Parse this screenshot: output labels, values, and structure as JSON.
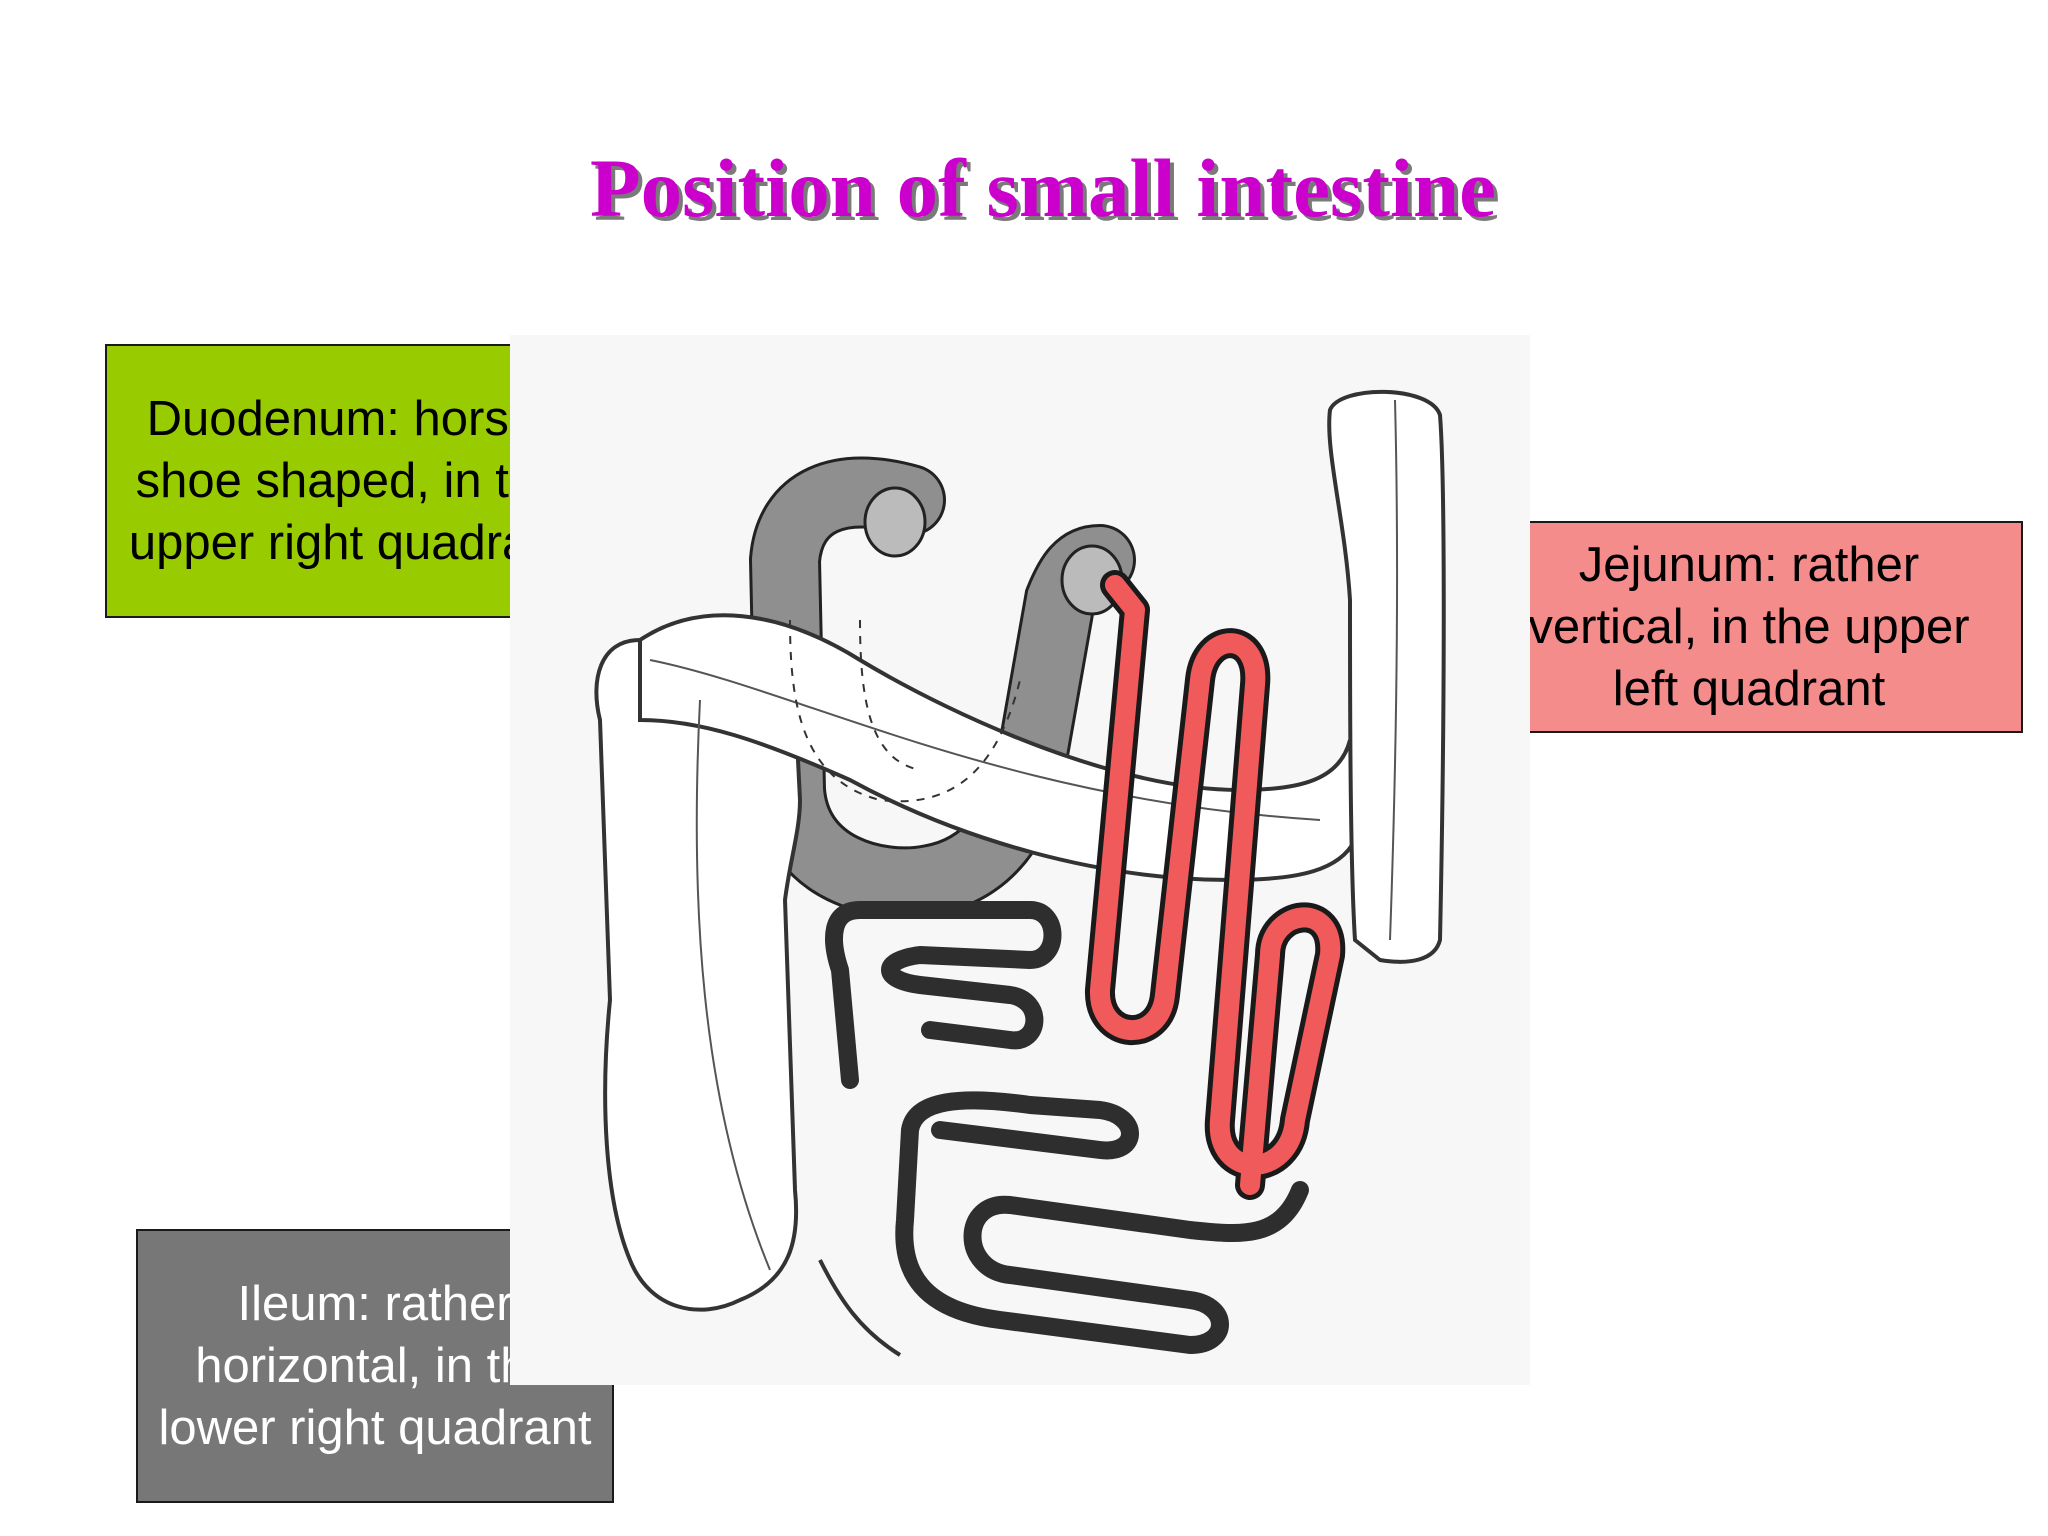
{
  "title": "Position of small intestine",
  "labels": {
    "duodenum": "Duodenum: horse-shoe shaped, in the upper right quadrant",
    "jejunum": "Jejunum: rather vertical, in the upper left quadrant",
    "ileum": "Ileum: rather horizontal, in the lower right quadrant"
  },
  "colors": {
    "title": "#cc00cc",
    "duodenum_box": "#99cc00",
    "jejunum_box": "#f48c8c",
    "ileum_box": "#777777",
    "jejunum_tube": "#f05a5a",
    "ileum_tube": "#2e2e2e",
    "duodenum_fill": "#8f8f8f"
  }
}
